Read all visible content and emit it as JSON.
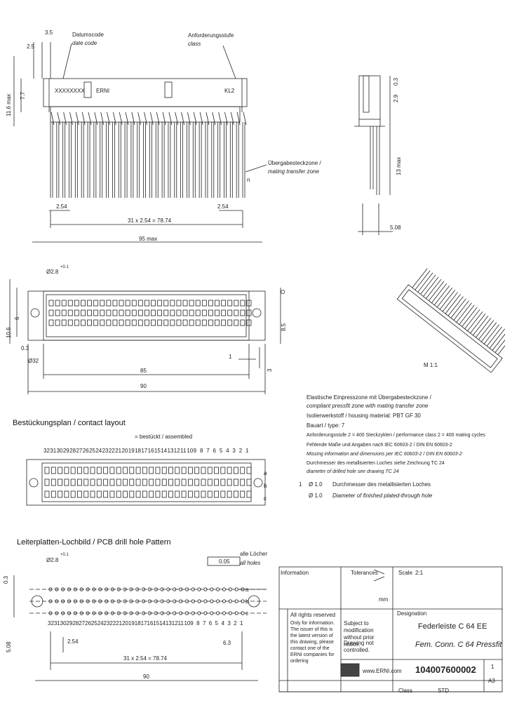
{
  "front_view": {
    "date_code_de": "Datumscode",
    "date_code_en": "date code",
    "class_de": "Anforderungsstufe",
    "class_en": "class",
    "code_text": "XXXXXXXX",
    "brand": "ERNI",
    "class_text": "KL2",
    "dim_35": "3.5",
    "dim_25": "2.5",
    "dim_77": "7.7",
    "dim_116": "11.6 max",
    "mating_de": "Übergabesteckzone /",
    "mating_en": "mating transfer zone",
    "dim_n": "n",
    "dim_254a": "2.54",
    "dim_254b": "2.54",
    "dim_pitch": "31 x 2.54 = 78.74",
    "dim_95": "95 max"
  },
  "side_view": {
    "dim_29": "2.9",
    "dim_03": "0.3",
    "dim_13": "13 max",
    "dim_508": "5.08"
  },
  "top_view": {
    "dim_28": "Ø2.8",
    "dim_tol": "+0.1",
    "dim_106": "10.6",
    "dim_6": "6",
    "dim_03": "0.3",
    "dim_e": "Ø32",
    "dim_85": "85",
    "dim_90": "90",
    "dim_85b": "8.5",
    "dim_3": "3",
    "dim_1": "1",
    "letter_o": "O",
    "iso_label": "M 1:1"
  },
  "notes": [
    "Elastische Einpresszone mit Übergabesteckzone /",
    "compliant pressfit zone with mating transfer zone",
    "Isolierwerkstoff / housing material: PBT GF 30",
    "Bauart / type: 7",
    "Anforderungsstufe 2 = 400 Steckzyklen / performance class 2 = 400 mating cycles",
    "Fehlende Maße und Angaben nach IEC 60603-2 / DIN EN 60603-2",
    "Missing information and dimensions per IEC 60603-2 / DIN EN 60603-2",
    "Durchmesser des metallisierten Loches siehe Zeichnung TC 24",
    "diameter of drilled hole see drawing TC 24"
  ],
  "hole_note_de": "Durchmesser des metallisierten Loches",
  "hole_note_en": "Diameter of finished plated-through hole",
  "hole_dia": "Ø 1.0",
  "hole_num": "1",
  "contact_layout": {
    "title": "Bestückungsplan / contact layout",
    "legend": "= bestückt / assembled",
    "numbers": [
      "32",
      "31",
      "30",
      "29",
      "28",
      "27",
      "26",
      "25",
      "24",
      "23",
      "22",
      "21",
      "20",
      "19",
      "18",
      "17",
      "16",
      "15",
      "14",
      "13",
      "12",
      "11",
      "10",
      "9",
      "8",
      "7",
      "6",
      "5",
      "4",
      "3",
      "2",
      "1"
    ],
    "rows": [
      "a",
      "b",
      "c"
    ]
  },
  "pcb_layout": {
    "title": "Leiterplatten-Lochbild / PCB drill hole Pattern",
    "dim_28": "Ø2.8",
    "dim_tol": "+0.1",
    "dim_005": "0.05",
    "all_holes_de": "alle Löcher",
    "all_holes_en": "all holes",
    "dim_03": "0.3",
    "dim_508": "5.08",
    "dim_254": "2.54",
    "dim_63": "6.3",
    "dim_pitch": "31 x 2.54 = 78.74",
    "dim_90": "90",
    "letters": [
      "a",
      "b",
      "c"
    ],
    "numbers": [
      "32",
      "31",
      "30",
      "29",
      "28",
      "27",
      "26",
      "25",
      "24",
      "23",
      "22",
      "21",
      "20",
      "19",
      "18",
      "17",
      "16",
      "15",
      "14",
      "13",
      "12",
      "11",
      "10",
      "9",
      "8",
      "7",
      "6",
      "5",
      "4",
      "3",
      "2",
      "1"
    ]
  },
  "title_block": {
    "info": "Information",
    "tolerances": "Tolerances",
    "scale_label": "Scale",
    "scale_value": "2:1",
    "unit": "mm",
    "designation": "Designation",
    "title_de": "Federleiste C 64 EE",
    "title_en": "Fem. Conn. C 64 Pressfit",
    "rights": "All rights reserved",
    "confidential": "Only for information. The issuer of this is the latest version of this drawing, please contact one of the ERNI companies for ordering",
    "subject_de": "Subject to modification without prior notice.",
    "subject_en": "Drawing not controlled.",
    "web": "www.ERNI.com",
    "part_no": "104007600002",
    "sheet": "1",
    "rev": "A3",
    "class": "Class",
    "std": "STD"
  }
}
